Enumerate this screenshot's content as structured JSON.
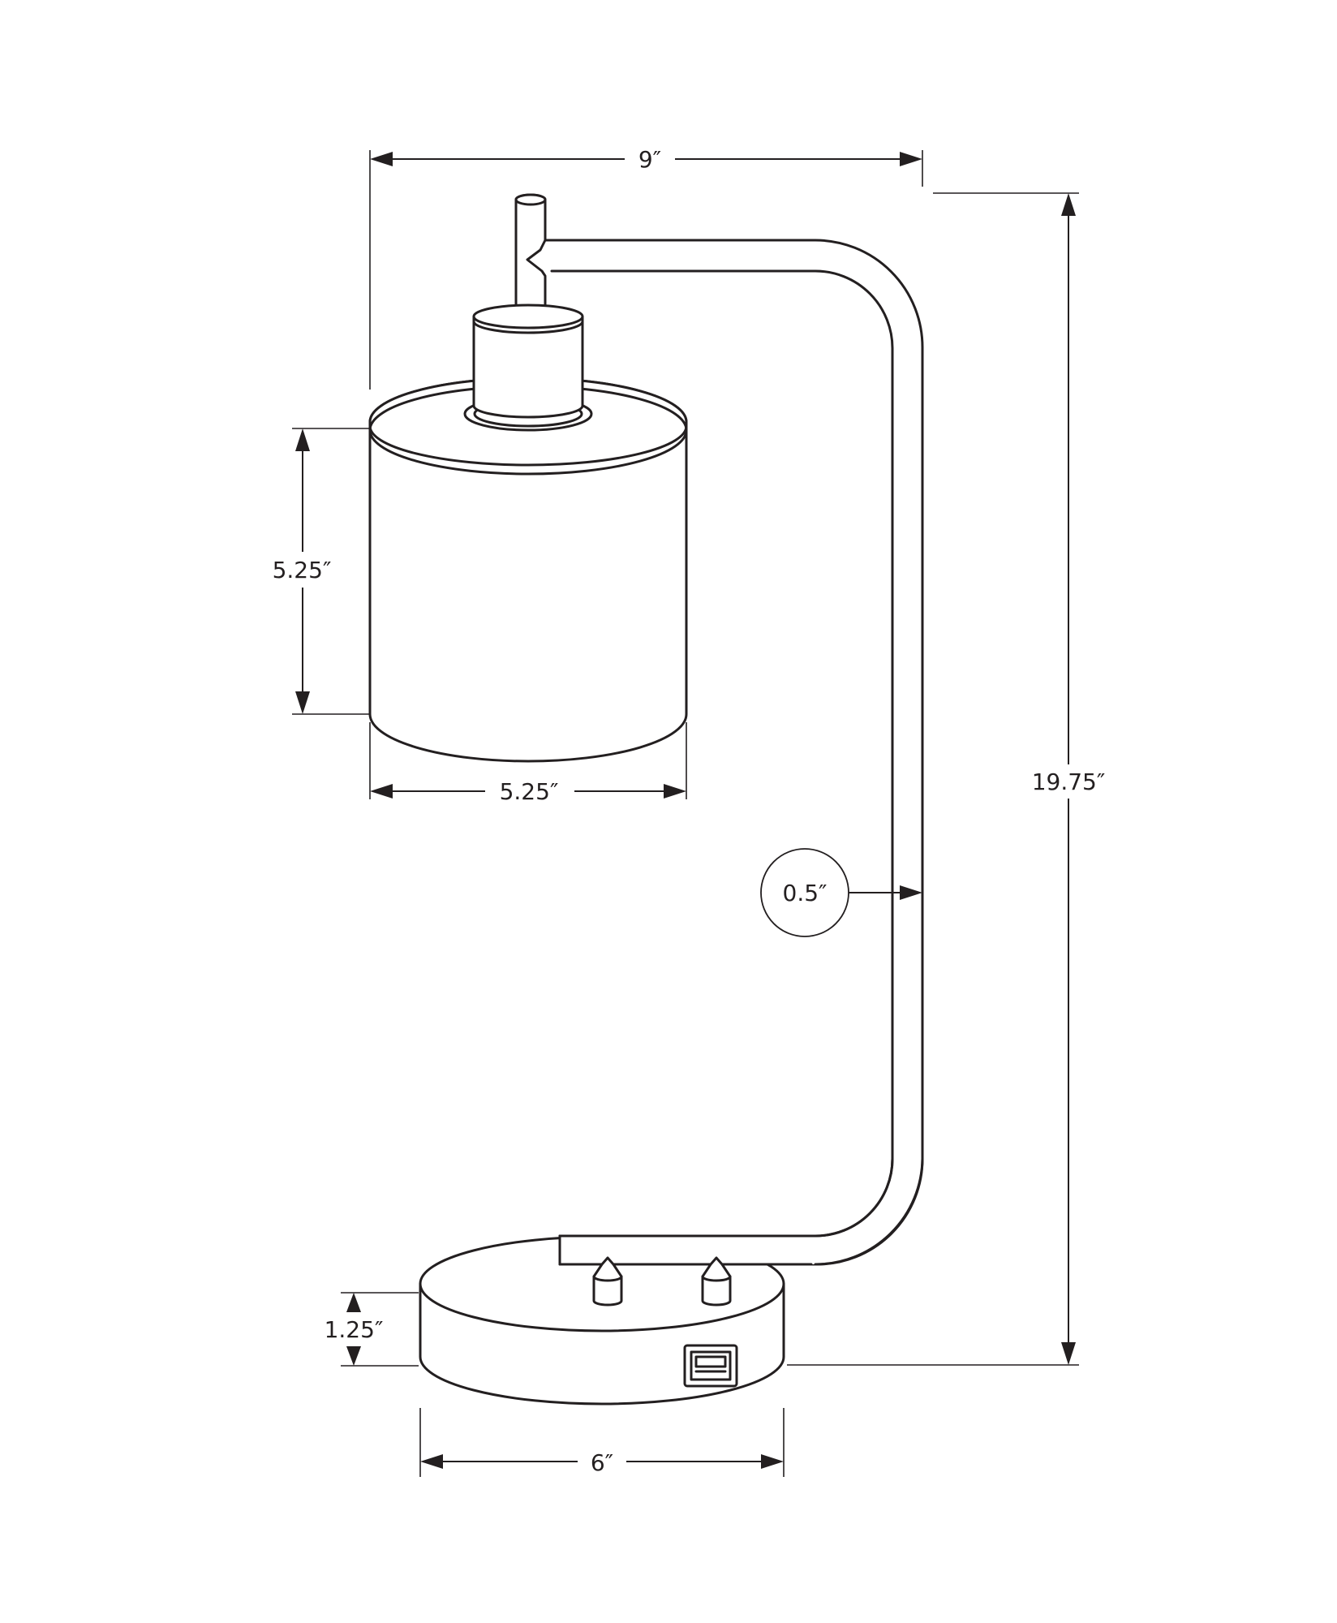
{
  "diagram": {
    "subject": "table lamp dimension drawing",
    "colors": {
      "line": "#231f20",
      "background": "#ffffff"
    },
    "dimensions": {
      "overall_width": "9″",
      "overall_height": "19.75″",
      "shade_height": "5.25″",
      "shade_width": "5.25″",
      "arm_diameter": "0.5″",
      "base_height": "1.25″",
      "base_width": "6″"
    }
  }
}
